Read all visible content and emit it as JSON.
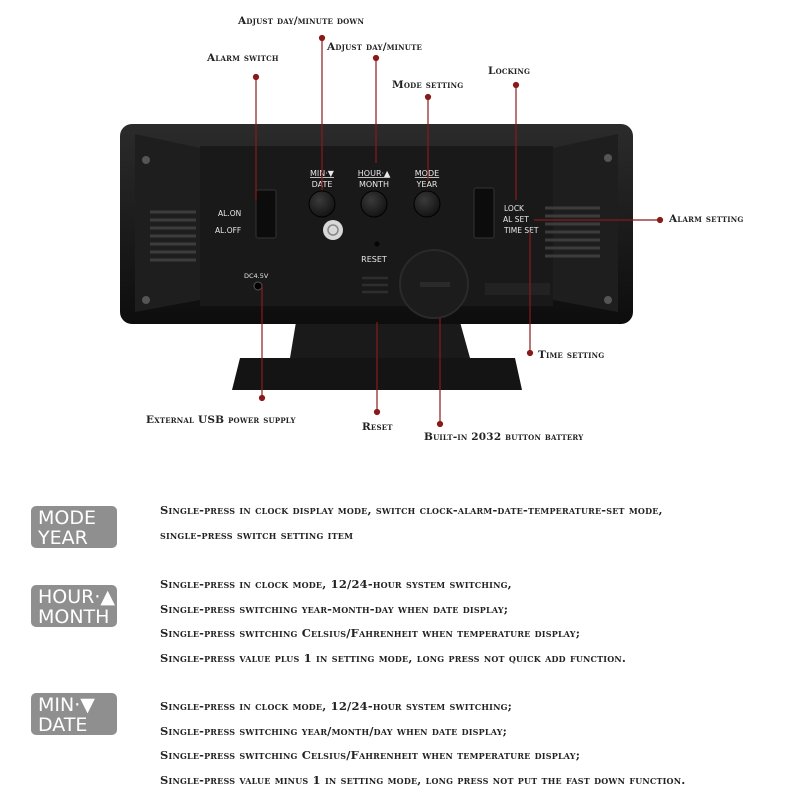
{
  "callouts": {
    "adjust_down": "Adjust day/minute down",
    "adjust_up": "Adjust day/minute",
    "alarm_switch": "Alarm switch",
    "mode_setting": "Mode setting",
    "locking": "Locking",
    "alarm_setting": "Alarm setting",
    "time_setting": "Time setting",
    "usb_power": "External USB power supply",
    "reset": "Reset",
    "battery": "Built-in 2032 button battery"
  },
  "device": {
    "btn_min_top": "MIN·▼",
    "btn_min_bottom": "DATE",
    "btn_hour_top": "HOUR·▲",
    "btn_hour_bottom": "MONTH",
    "btn_mode_top": "MODE",
    "btn_mode_bottom": "YEAR",
    "al_on": "AL.ON",
    "al_off": "AL.OFF",
    "lock": "LOCK",
    "al_set": "AL SET",
    "time_set": "TIME SET",
    "reset": "RESET",
    "dc": "DC4.5V"
  },
  "sections": [
    {
      "badge_top": "MODE",
      "badge_bottom": "YEAR",
      "lines": [
        "Single-press in clock display mode, switch clock-alarm-date-temperature-set mode,",
        "single-press switch setting item"
      ]
    },
    {
      "badge_top": "HOUR·▲",
      "badge_bottom": "MONTH",
      "lines": [
        "Single-press in clock mode, 12/24-hour system switching,",
        "Single-press switching year-month-day when date display;",
        "Single-press switching Celsius/Fahrenheit when temperature display;",
        "Single-press value plus 1 in setting mode, long press not quick add function."
      ]
    },
    {
      "badge_top": "MIN·▼",
      "badge_bottom": "DATE",
      "lines": [
        "Single-press in clock mode, 12/24-hour system switching;",
        "Single-press switching year/month/day when date display;",
        "Single-press switching Celsius/Fahrenheit when temperature display;",
        "Single-press value minus 1 in setting mode, long press not put the fast down function."
      ]
    }
  ]
}
